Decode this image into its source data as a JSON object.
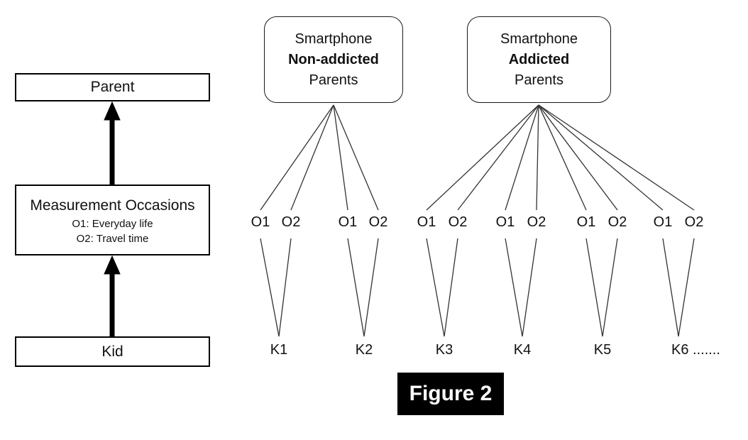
{
  "caption": "Figure 2",
  "left_panel": {
    "parent_label": "Parent",
    "measurement": {
      "title": "Measurement Occasions",
      "occasion1": "O1: Everyday life",
      "occasion2": "O2: Travel time"
    },
    "kid_label": "Kid"
  },
  "groups": [
    {
      "line1": "Smartphone",
      "line2": "Non-addicted",
      "line3": "Parents"
    },
    {
      "line1": "Smartphone",
      "line2": "Addicted",
      "line3": "Parents"
    }
  ],
  "occasion_labels": [
    "O1",
    "O2",
    "O1",
    "O2",
    "O1",
    "O2",
    "O1",
    "O2",
    "O1",
    "O2",
    "O1",
    "O2"
  ],
  "kid_labels": [
    "K1",
    "K2",
    "K3",
    "K4",
    "K5",
    "K6 ......."
  ],
  "colors": {
    "line": "#333333",
    "arrow": "#000000",
    "box_border": "#000000",
    "caption_bg": "#000000",
    "caption_fg": "#ffffff"
  }
}
